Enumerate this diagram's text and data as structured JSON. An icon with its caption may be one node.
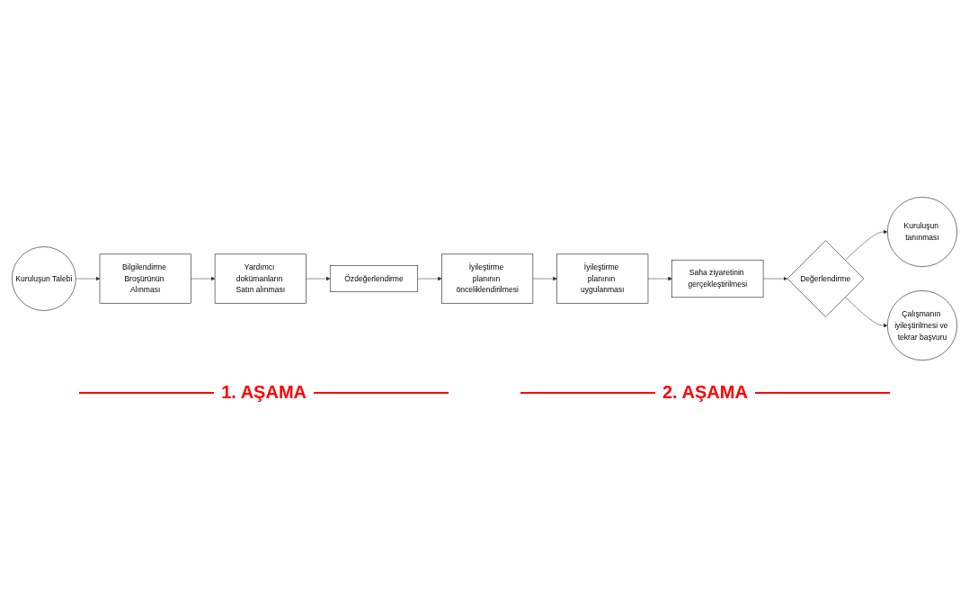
{
  "diagram": {
    "nodes": [
      {
        "text": [
          "Kuruluşun Talebi"
        ]
      },
      {
        "text": [
          "Bilgilendirme Broşürünün Alınması"
        ]
      },
      {
        "text": [
          "Yardımcı dokümanların Satın alınması"
        ]
      },
      {
        "text": [
          "Özdeğerlendirme"
        ]
      },
      {
        "text": [
          "İyileştirme planının önceliklendirilmesi"
        ]
      },
      {
        "text": [
          "İyileştirme planının uygulanması"
        ]
      },
      {
        "text": [
          "Saha ziyaretinin gerçekleştirilmesi"
        ]
      },
      {
        "text": [
          "Değerlendirme"
        ]
      },
      {
        "text": [
          "Kuruluşun tanınması"
        ]
      },
      {
        "text": [
          "Çalışmanın iyileştirilmesi ve tekrar başvuru"
        ]
      }
    ],
    "edges": [
      {
        "from": 0,
        "to": 1,
        "arrow": "to"
      },
      {
        "from": 1,
        "to": 2,
        "arrow": "to"
      },
      {
        "from": 2,
        "to": 3,
        "arrow": "to"
      },
      {
        "from": 3,
        "to": 4,
        "arrow": "to"
      },
      {
        "from": 4,
        "to": 5,
        "arrow": "to"
      },
      {
        "from": 5,
        "to": 6,
        "arrow": "to"
      },
      {
        "from": 6,
        "to": 7,
        "arrow": "to"
      },
      {
        "from": 7,
        "to": 8,
        "arrow": "to"
      },
      {
        "from": 7,
        "to": 9,
        "arrow": "to"
      }
    ],
    "labels": [
      "1. AŞAMA",
      "2. AŞAMA"
    ]
  }
}
